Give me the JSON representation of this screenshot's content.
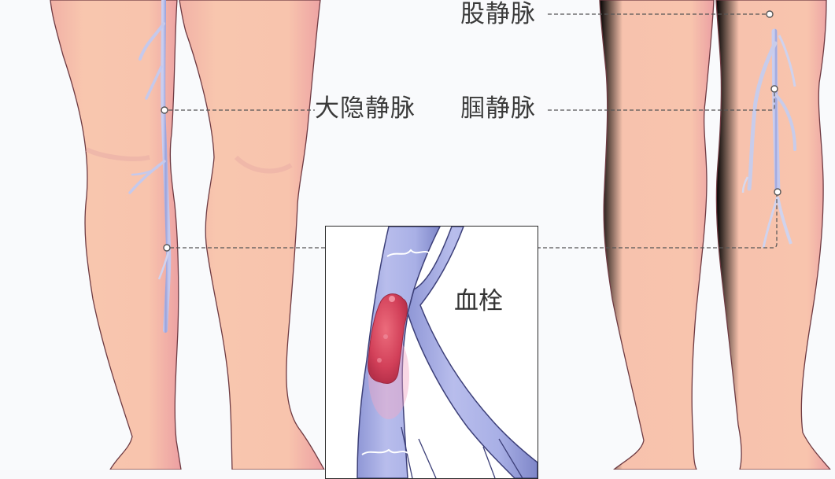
{
  "diagram": {
    "subject": "Lower limb venous anatomy with thrombus",
    "views": [
      "front-view-legs",
      "back-view-legs"
    ],
    "labels": {
      "femoral_vein": "股静脉",
      "great_saphenous_vein": "大隐静脉",
      "popliteal_vein": "腘静脉",
      "thrombus": "血栓"
    },
    "colors": {
      "background": "#f9fafc",
      "skin": "#f7c3ab",
      "skin_shadow": "#e9a5a0",
      "outline": "#6e3a42",
      "vein": "#a9b0e0",
      "vein_dark": "#7f86c9",
      "thrombus": "#d8485e",
      "callout_line": "#555555",
      "label_text": "#3a3a3a"
    }
  }
}
